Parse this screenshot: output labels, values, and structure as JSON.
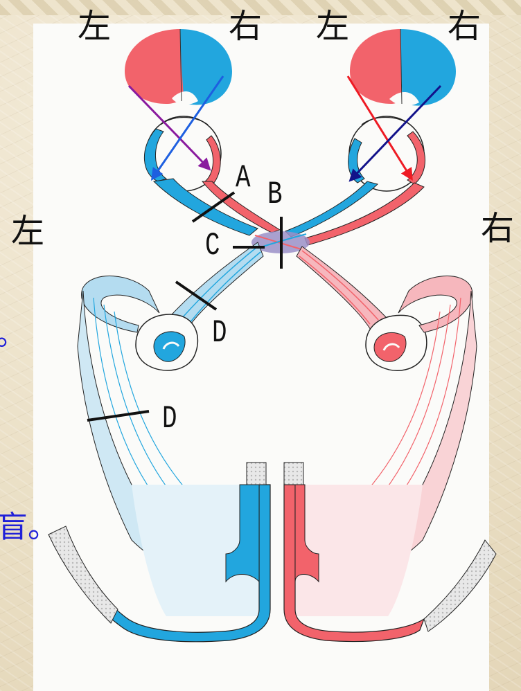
{
  "labels": {
    "eye_left_field_left": "左",
    "eye_left_field_right": "右",
    "eye_right_field_left": "左",
    "eye_right_field_right": "右",
    "side_left": "左",
    "side_right": "右",
    "marker_a": "A",
    "marker_b": "B",
    "marker_c": "C",
    "marker_d_upper": "D",
    "marker_d_lower": "D"
  },
  "edge_text": {
    "period_1": "。",
    "fragment_2": "盲。"
  },
  "colors": {
    "left_field": "#f2636b",
    "right_field": "#22a6de",
    "left_pathway_light": "#f6b7bd",
    "right_pathway_light": "#b4dcf0",
    "arrow_purple": "#8a1a9e",
    "arrow_blue": "#1d5fe0",
    "arrow_red": "#ee1b24",
    "arrow_navy": "#12128a"
  },
  "icons": [
    "visual-field-circle",
    "eyeball",
    "optic-chiasm",
    "lateral-geniculate-body",
    "visual-cortex",
    "lesion-marker"
  ]
}
